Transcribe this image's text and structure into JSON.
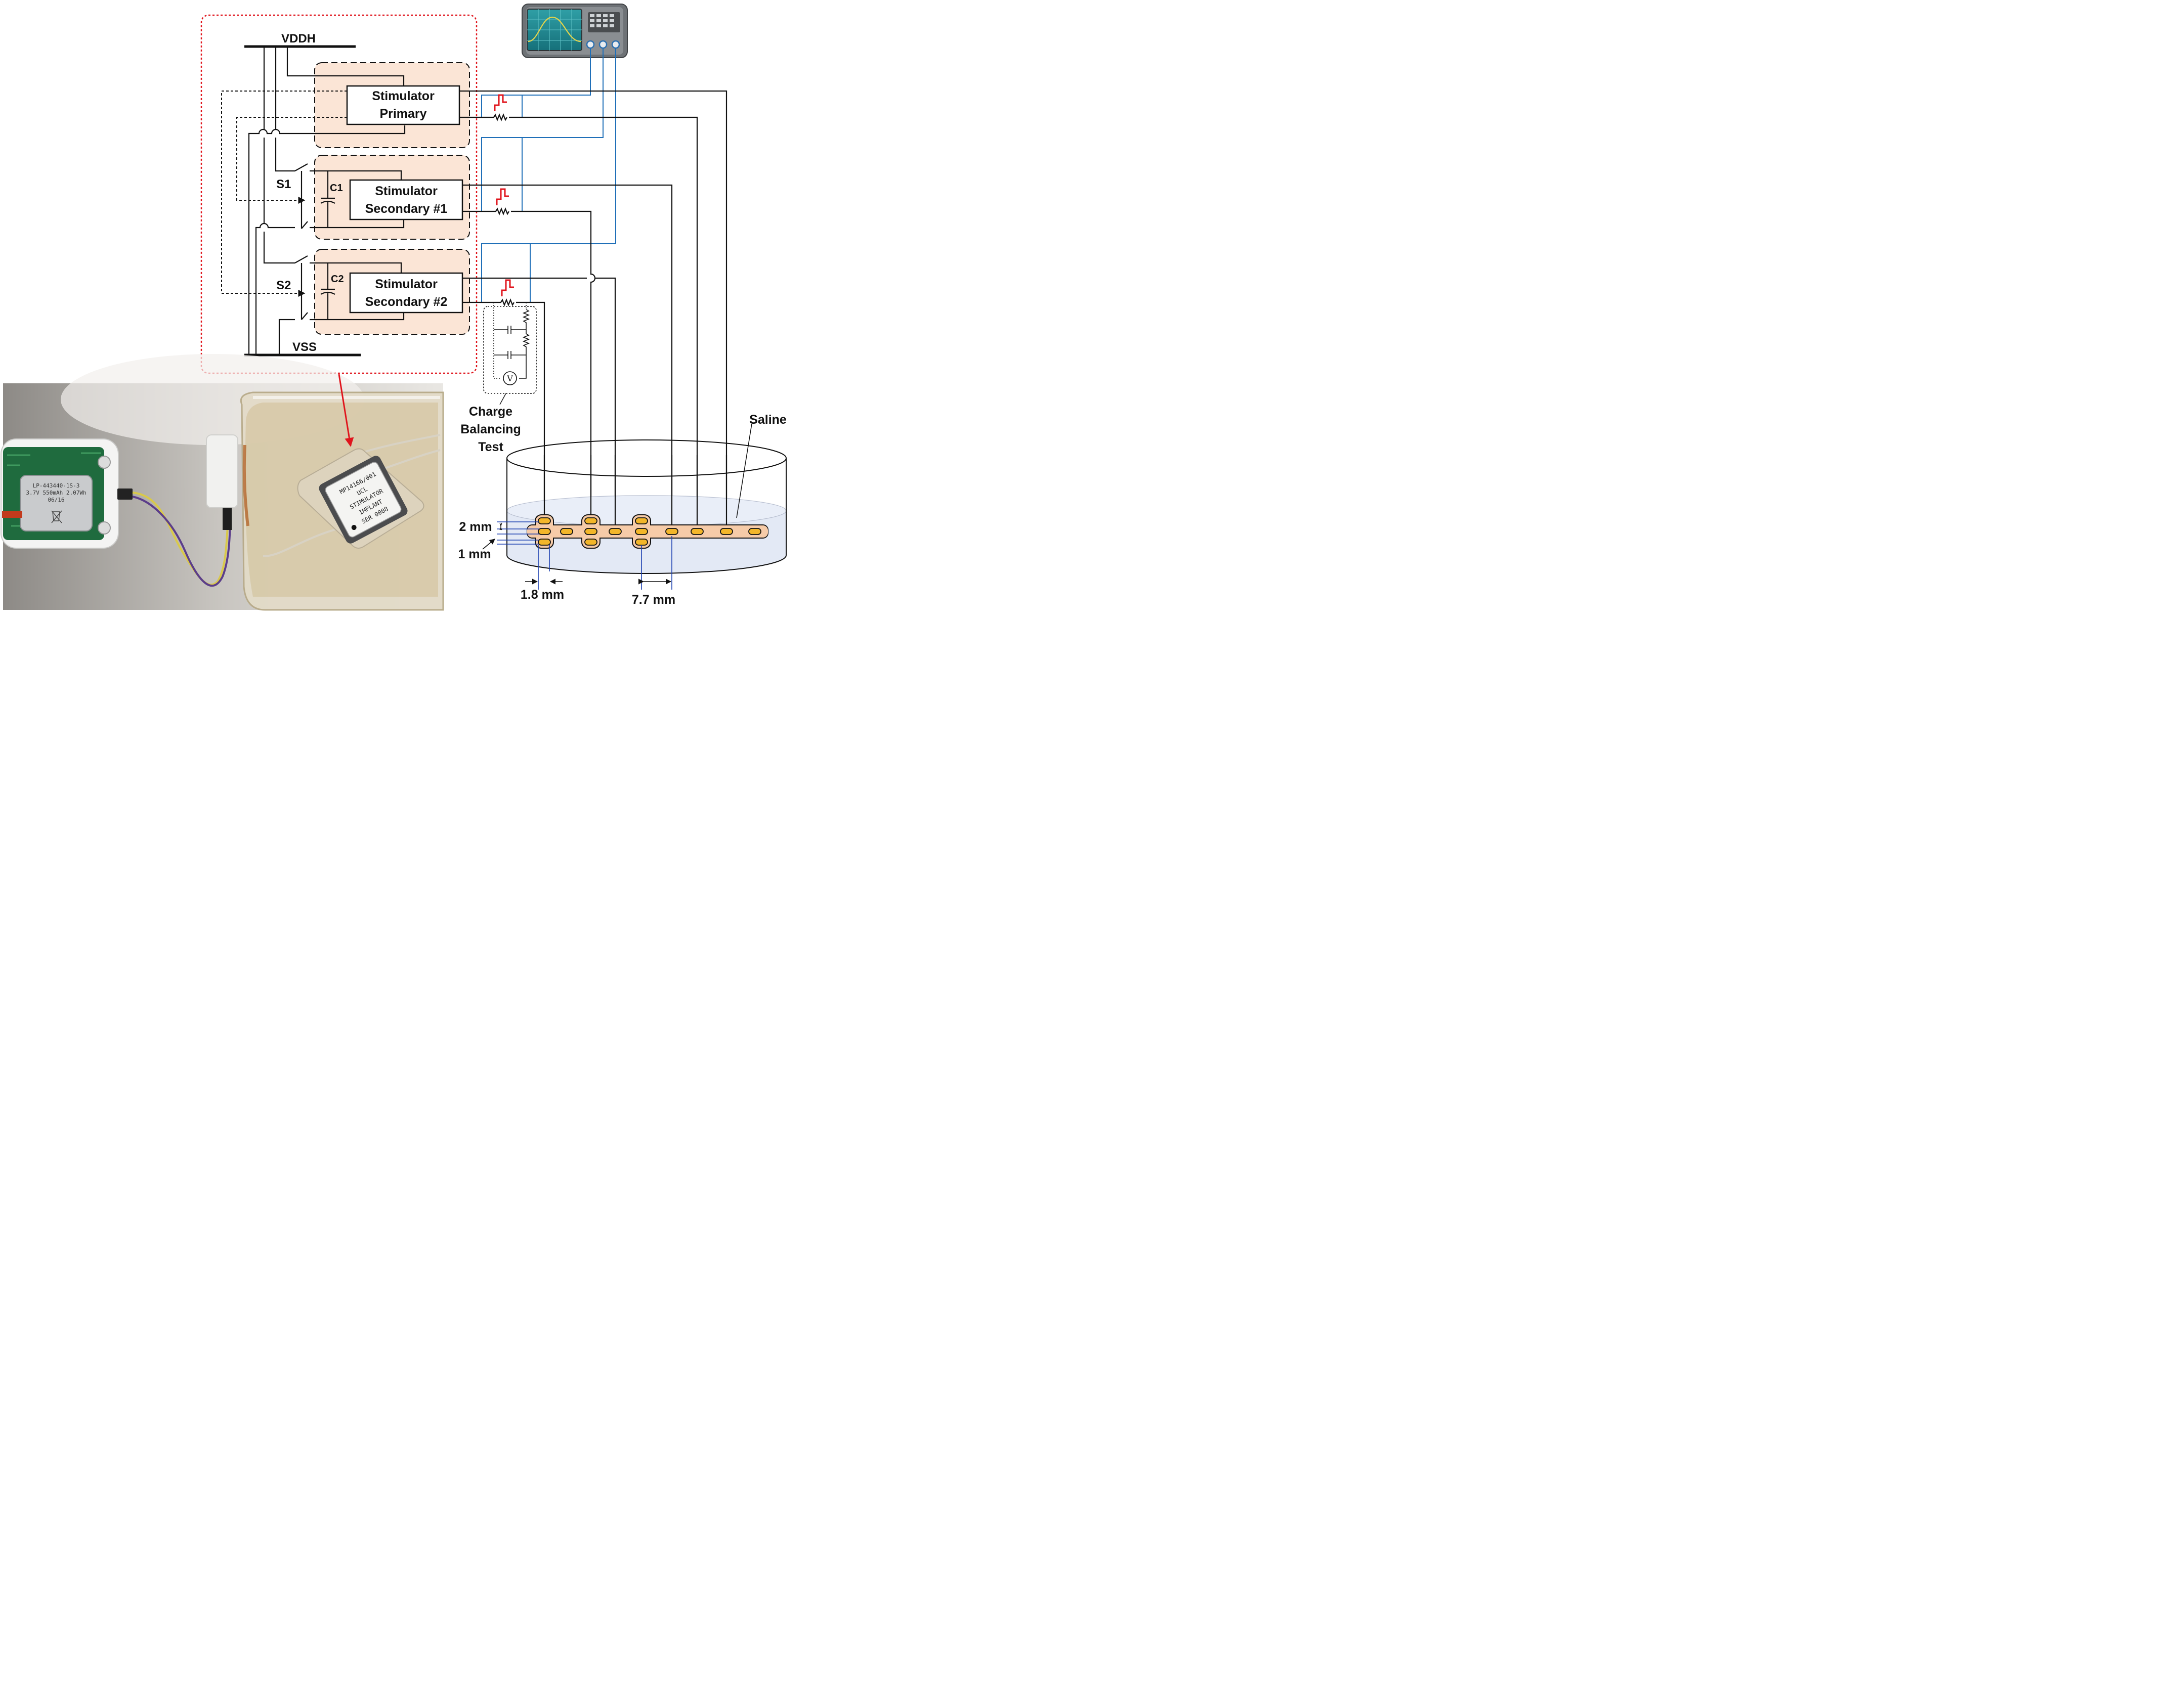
{
  "labels": {
    "vddh": "VDDH",
    "vss": "VSS",
    "s1": "S1",
    "s2": "S2",
    "c1": "C1",
    "c2": "C2",
    "primary_l1": "Stimulator",
    "primary_l2": "Primary",
    "sec1_l1": "Stimulator",
    "sec1_l2": "Secondary #1",
    "sec2_l1": "Stimulator",
    "sec2_l2": "Secondary #2",
    "charge_l1": "Charge",
    "charge_l2": "Balancing",
    "charge_l3": "Test",
    "saline": "Saline",
    "voltmeter": "V",
    "dim_2mm": "2 mm",
    "dim_1mm": "1 mm",
    "dim_1_8mm": "1.8 mm",
    "dim_7_7mm": "7.7 mm"
  },
  "photo": {
    "battery_line1": "LP-443440-1S-3",
    "battery_line2": "3.7V 550mAh 2.07Wh",
    "battery_line3": "06/16",
    "chip_line1": "MP14166/001",
    "chip_line2": "UCL",
    "chip_line3": "STIMULATOR",
    "chip_line4": "IMPLANT",
    "chip_line5": "SER 0008"
  },
  "colors": {
    "wire": "#111111",
    "probe": "#1f6fb8",
    "pulse": "#e0141c",
    "highlight_box": "#e0141c",
    "block_fill": "#fbe5d6",
    "electrode": "#f3b62a",
    "lead_body": "#f6cba8",
    "saline": "#e3e9f5"
  },
  "icons": {
    "oscilloscope": "oscilloscope-icon",
    "stimulus_pulse": "biphasic-pulse-icon",
    "resistor": "resistor-icon",
    "voltmeter": "voltmeter-icon"
  }
}
